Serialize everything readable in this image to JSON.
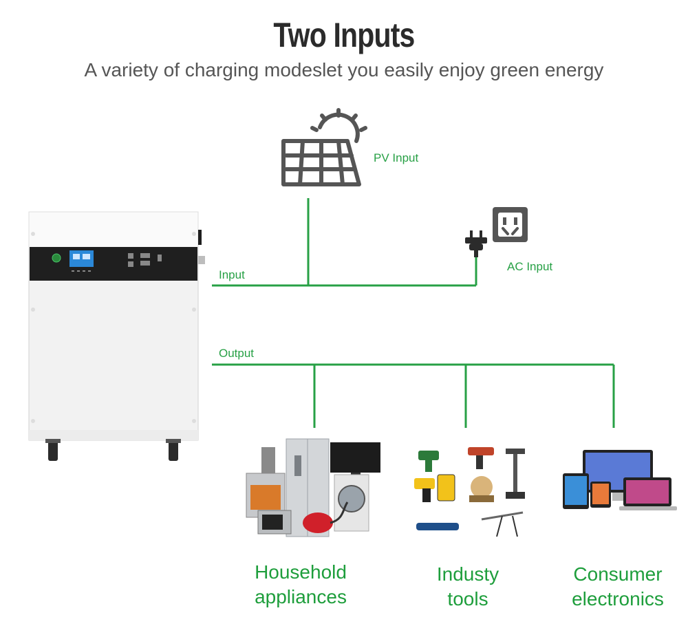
{
  "title": "Two Inputs",
  "subtitle": "A variety of charging modeslet you easily enjoy green energy",
  "labels": {
    "pv_input": "PV Input",
    "ac_input": "AC Input",
    "input": "Input",
    "output": "Output"
  },
  "outputs": [
    {
      "line1": "Household",
      "line2": "appliances"
    },
    {
      "line1": "Industy",
      "line2": "tools"
    },
    {
      "line1": "Consumer",
      "line2": "electronics"
    }
  ],
  "colors": {
    "line": "#27a045",
    "text_green": "#1e9e3c",
    "title": "#2b2b2b",
    "subtitle": "#555555"
  },
  "icons": [
    "solar-panel-icon",
    "wall-socket-icon",
    "plug-icon"
  ]
}
